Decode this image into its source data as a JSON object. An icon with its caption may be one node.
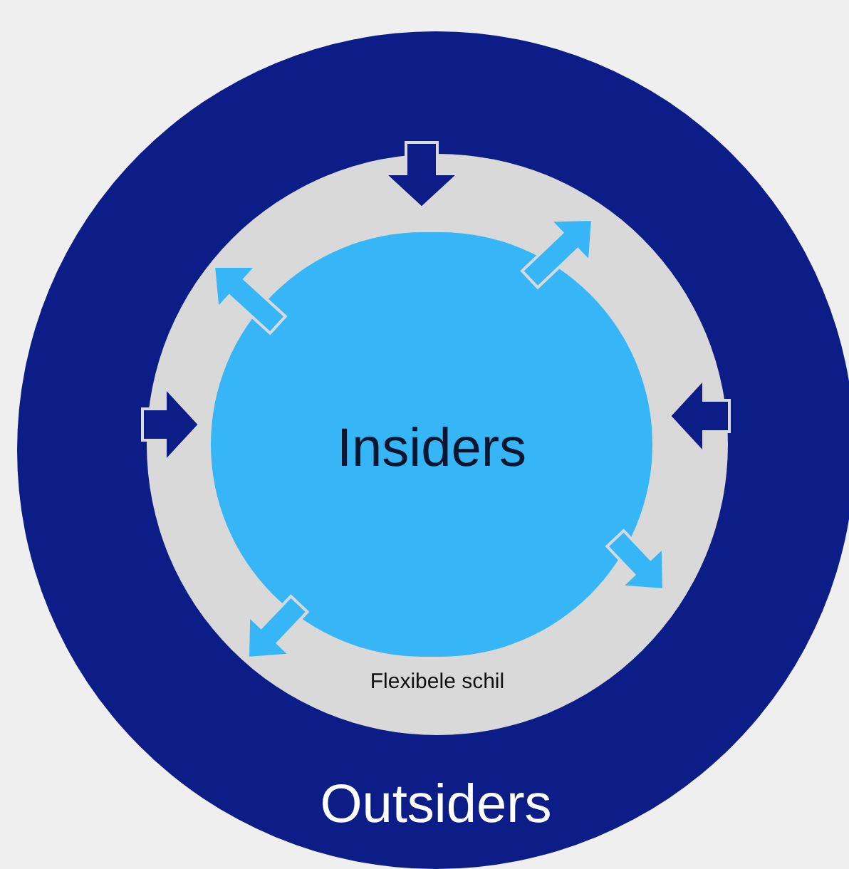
{
  "diagram": {
    "nodes": [
      {
        "text": [
          "Outsiders"
        ]
      },
      {
        "text": [
          "Flexibele schil"
        ],
        "in": 0
      },
      {
        "text": [
          "Insiders"
        ],
        "in": 1
      }
    ]
  }
}
